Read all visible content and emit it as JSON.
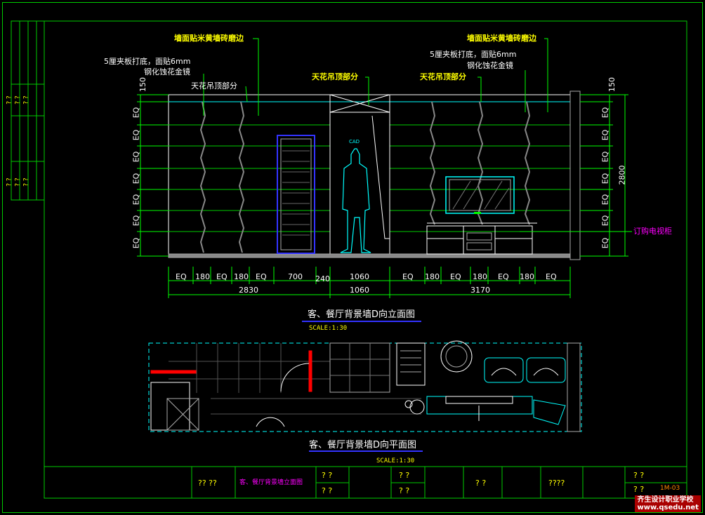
{
  "elevation": {
    "title": "客、餐厅背景墙D向立面图",
    "scale": "SCALE:1:30",
    "annotations": {
      "wall_tile_left": "墙面贴米黄墙砖磨边",
      "plywood_left_1": "5厘夹板打底，面贴6mm",
      "plywood_left_2": "钢化蚀花金镜",
      "ceiling_left": "天花吊顶部分",
      "ceiling_center": "天花吊顶部分",
      "wall_tile_right": "墙面贴米黄墙砖磨边",
      "plywood_right_1": "5厘夹板打底，面贴6mm",
      "plywood_right_2": "钢化蚀花金镜",
      "ceiling_right": "天花吊顶部分",
      "tv_cabinet": "订购电视柜"
    },
    "left_dims": [
      "150",
      "EQ",
      "EQ",
      "EQ",
      "EQ",
      "EQ",
      "EQ",
      "EQ"
    ],
    "right_dims": [
      "150",
      "EQ",
      "EQ",
      "EQ",
      "EQ",
      "EQ",
      "EQ",
      "EQ"
    ],
    "right_total": "2800",
    "bottom_row1": [
      "EQ",
      "180",
      "EQ",
      "180",
      "EQ",
      "700",
      "240",
      "1060",
      "EQ",
      "180",
      "EQ",
      "180",
      "EQ",
      "180",
      "EQ"
    ],
    "bottom_row2": [
      "2830",
      "1060",
      "3170"
    ],
    "figure_label": "CAD"
  },
  "plan": {
    "title": "客、餐厅背景墙D向平面图",
    "scale": "SCALE:1:30"
  },
  "side_block": {
    "rows_top": [
      "? ?",
      "? ?",
      "? ?"
    ],
    "rows_bottom": [
      "? ?",
      "? ?",
      "? ?"
    ]
  },
  "title_block": {
    "cell1": "?? ??",
    "cell2": "客、餐厅背景墙立面图",
    "cell3a": "? ?",
    "cell3b": "? ?",
    "cell4a": "? ?",
    "cell4b": "? ?",
    "cell5": "? ?",
    "cell6": "????",
    "cell7a": "? ?",
    "cell7b": "? ?",
    "sheet_no": "1M-03"
  },
  "watermark": {
    "line1": "齐生设计职业学校",
    "line2": "www.qsedu.net"
  },
  "colors": {
    "frame": "#00cc00",
    "dimension": "#00ff00",
    "elevation_lines": "#ffffff",
    "zigzag": "#888888",
    "cyan": "#00ffff",
    "magenta": "#ff00ff",
    "yellow": "#ffff00",
    "blue": "#3333ff"
  }
}
